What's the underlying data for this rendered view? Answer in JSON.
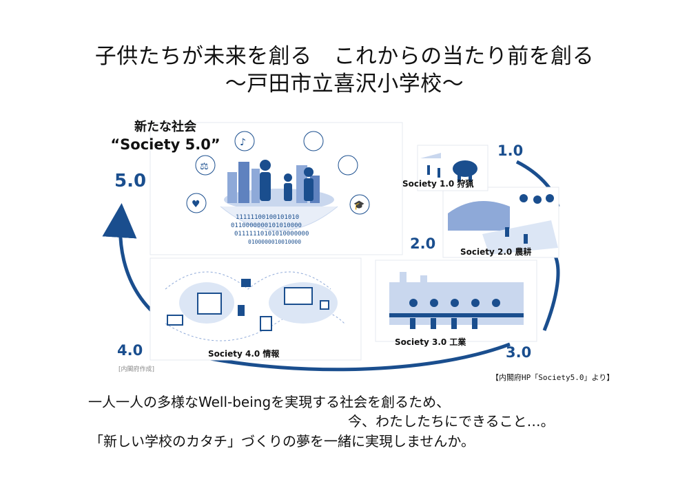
{
  "title": {
    "line1": "子供たちが未来を創る　これからの当たり前を創る",
    "line2": "～戸田市立喜沢小学校～"
  },
  "figure": {
    "caption_line1": "新たな社会",
    "caption_line2": "“Society 5.0”",
    "num_5": "5.0",
    "num_4": "4.0",
    "num_3": "3.0",
    "num_2": "2.0",
    "num_1": "1.0",
    "label_s1": "Society 1.0 狩猟",
    "label_s2": "Society 2.0 農耕",
    "label_s3": "Society 3.0 工業",
    "label_s4": "Society 4.0 情報",
    "binary_1": "11111100100101010",
    "binary_2": "0110000000101010000",
    "binary_3": "01111110101010000000",
    "binary_4": "0100000010010000",
    "credit": "[内閣府作成]",
    "colors": {
      "accent": "#1a4e8e",
      "light": "#c9d7ee",
      "mid": "#8ea9d8"
    }
  },
  "source": "【内閣府HP「Society5.0」より】",
  "body": {
    "line1": "一人一人の多様なWell-beingを実現する社会を創るため、",
    "line2": "今、わたしたちにできること…。",
    "line3": "「新しい学校のカタチ」づくりの夢を一緒に実現しませんか。"
  }
}
